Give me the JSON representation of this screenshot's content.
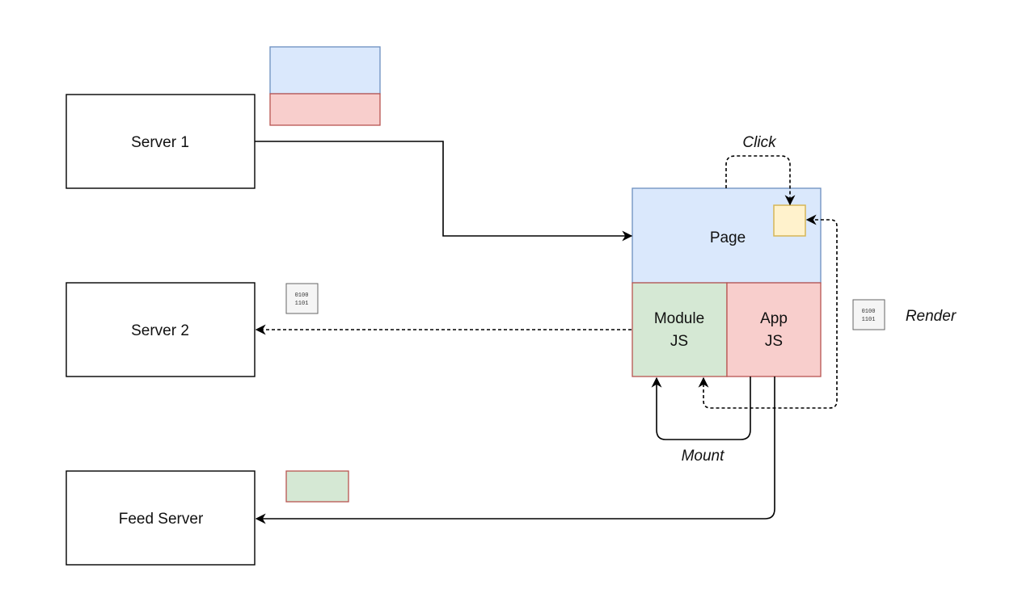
{
  "nodes": {
    "server1": {
      "label": "Server 1"
    },
    "server2": {
      "label": "Server 2"
    },
    "feed_server": {
      "label": "Feed Server"
    },
    "page": {
      "label": "Page"
    },
    "module_js": {
      "line1": "Module",
      "line2": "JS"
    },
    "app_js": {
      "line1": "App",
      "line2": "JS"
    }
  },
  "icons": {
    "binary_left": {
      "row1": "0100",
      "row2": "1101"
    },
    "binary_right": {
      "row1": "0100",
      "row2": "1101"
    }
  },
  "edge_labels": {
    "click": "Click",
    "render": "Render",
    "mount": "Mount"
  },
  "colors": {
    "blue_fill": "#dae8fc",
    "blue_stroke": "#6c8ebf",
    "red_fill": "#f8cecc",
    "red_stroke": "#b85450",
    "green_fill": "#d5e8d4",
    "yellow_fill": "#fff2cc",
    "yellow_stroke": "#d6b656"
  }
}
